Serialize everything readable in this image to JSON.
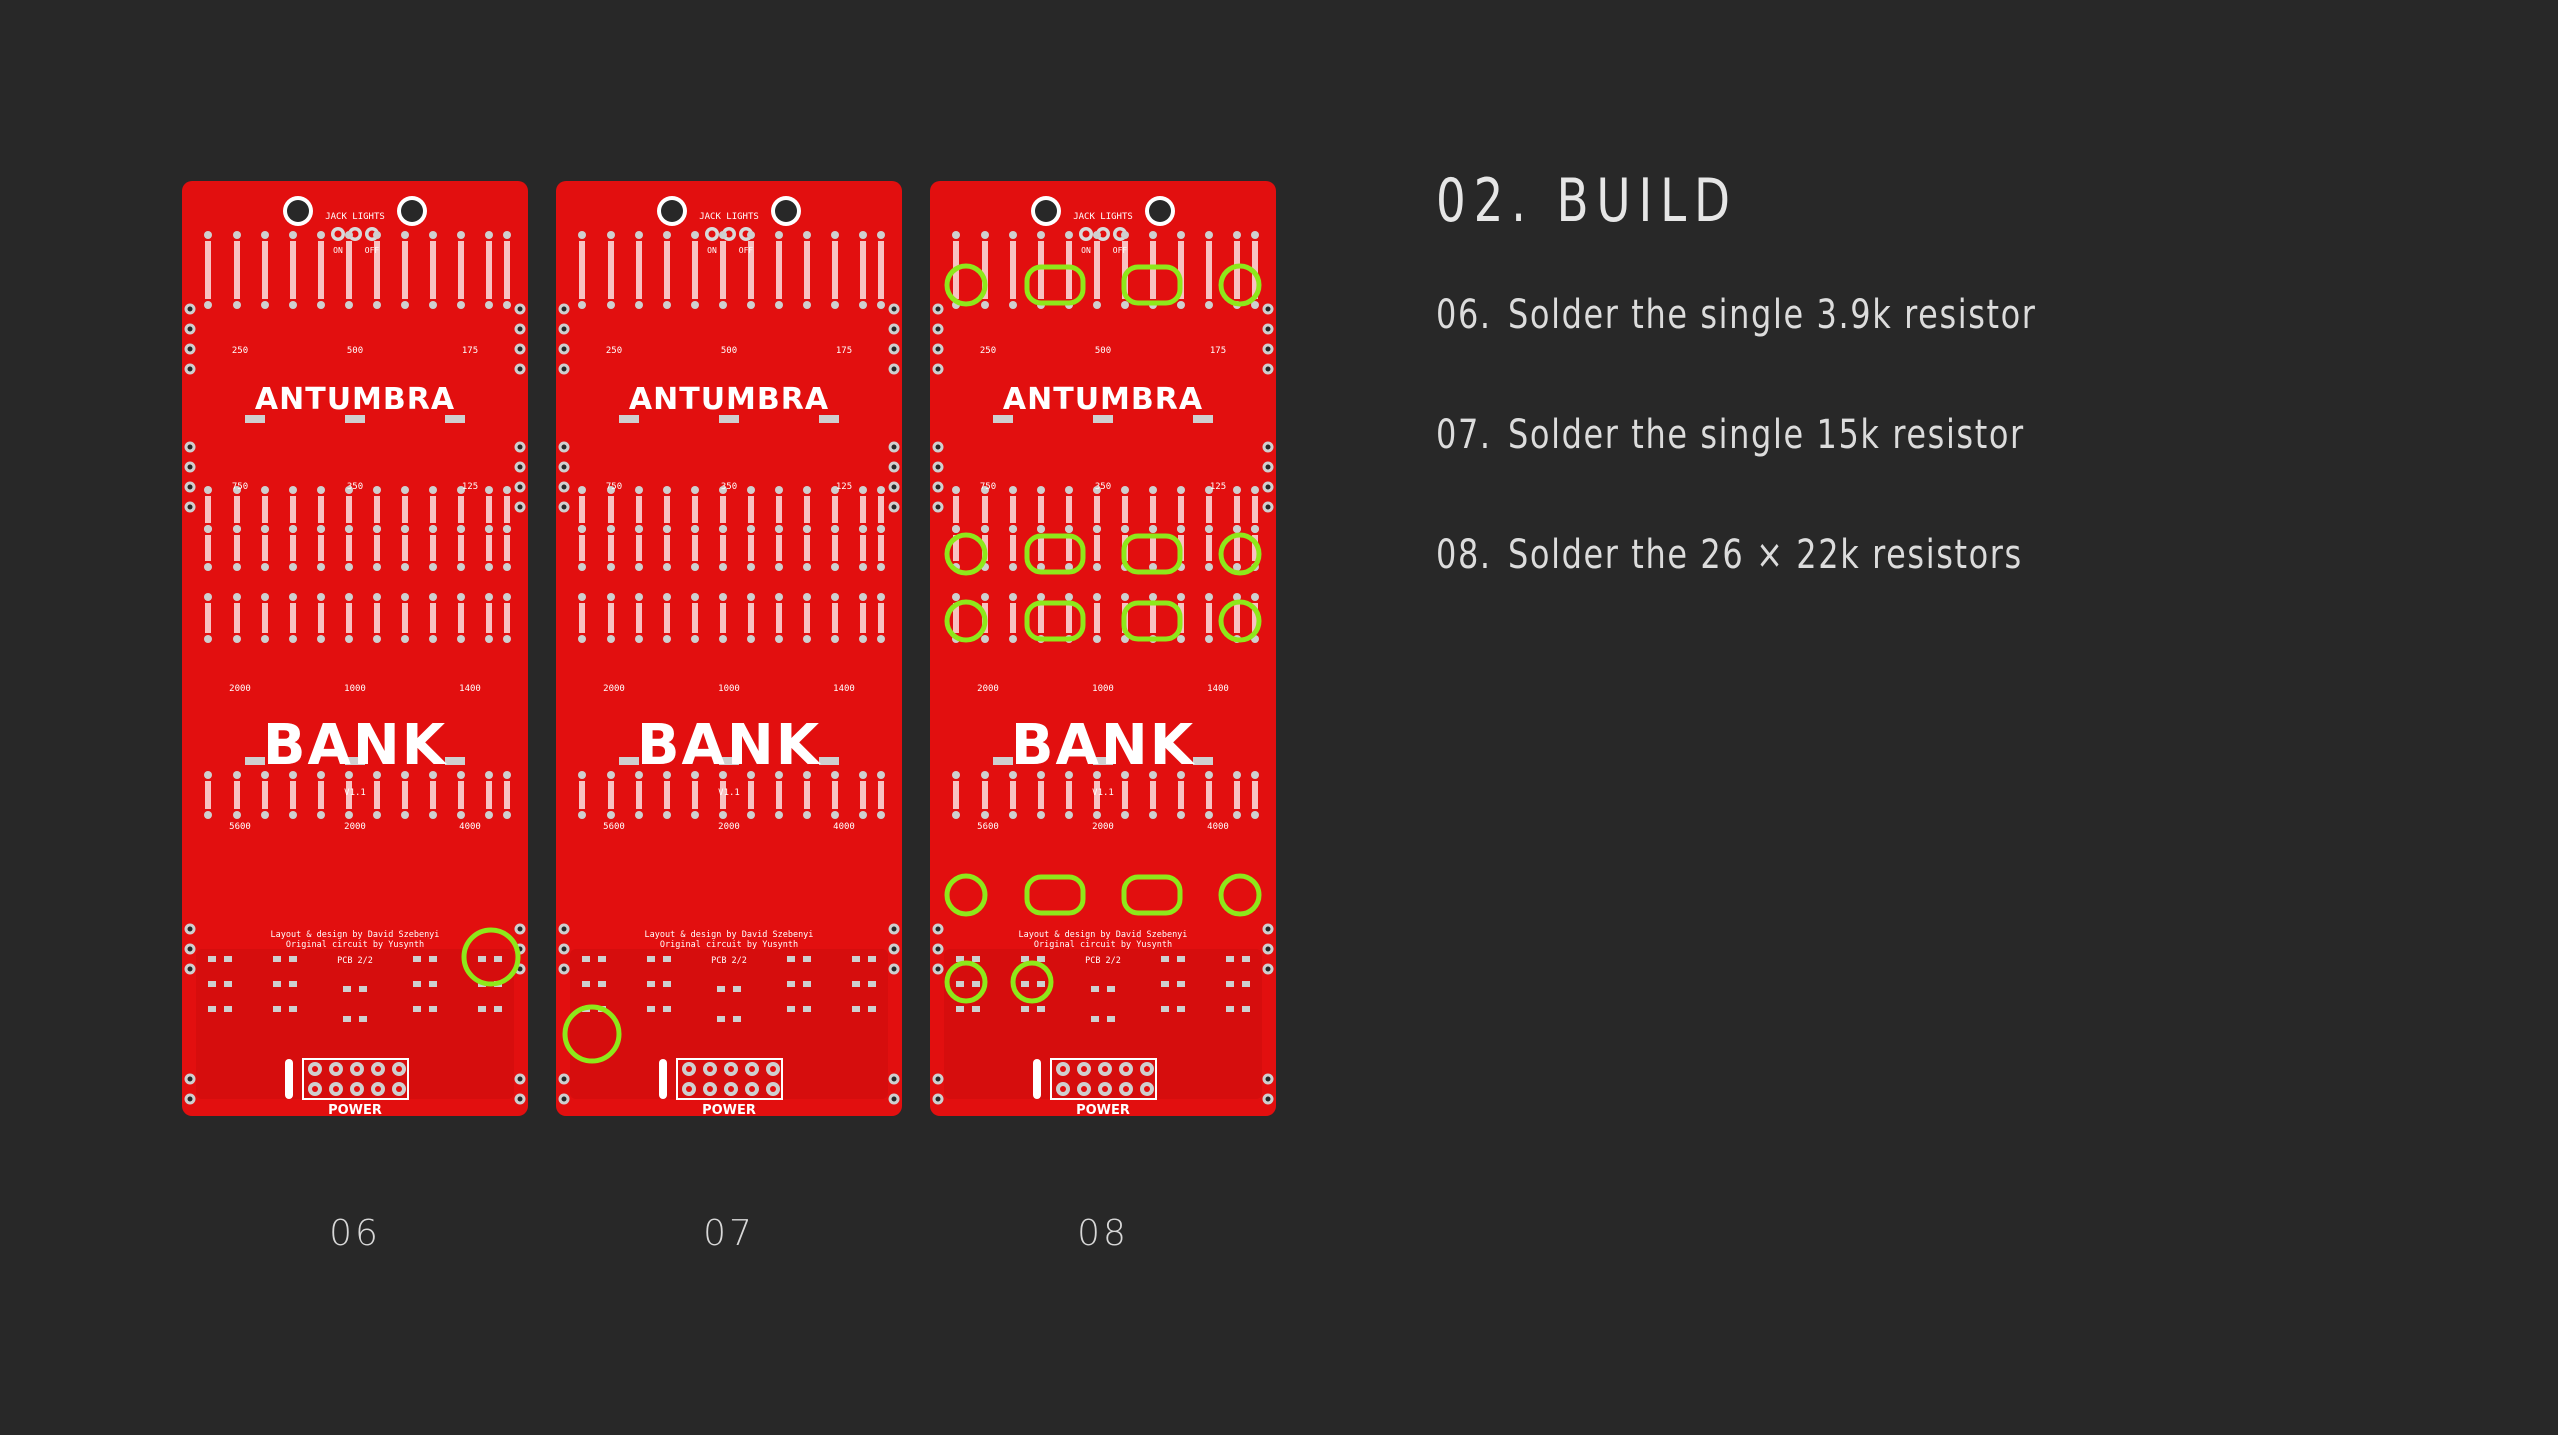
{
  "header": {
    "title": "02. BUILD"
  },
  "steps": [
    {
      "number": "06.",
      "text": "Solder the single 3.9k resistor"
    },
    {
      "number": "07.",
      "text": "Solder the single 15k resistor"
    },
    {
      "number": "08.",
      "text": "Solder the 26 × 22k resistors"
    }
  ],
  "boards": [
    {
      "caption": "06"
    },
    {
      "caption": "07"
    },
    {
      "caption": "08"
    }
  ],
  "pcb_silkscreen": {
    "jack_lights": "JACK LIGHTS",
    "on": "ON",
    "off": "OFF",
    "brand": "ANTUMBRA",
    "product": "BANK",
    "version": "V1.1",
    "credit_line_1": "Layout & design by David Szebenyi",
    "credit_line_2": "Original circuit by Yusynth",
    "pcb_id": "PCB 2/2",
    "power": "POWER",
    "value_rows": [
      [
        "250",
        "500",
        "175"
      ],
      [
        "750",
        "350",
        "125"
      ],
      [
        "2000",
        "1000",
        "1400"
      ],
      [
        "5600",
        "2000",
        "4000"
      ]
    ]
  },
  "colors": {
    "background": "#282828",
    "pcb": "#e20f0f",
    "pcb_dark": "#c70a0a",
    "silkscreen": "#ffffff",
    "highlight": "#8ee81a"
  }
}
